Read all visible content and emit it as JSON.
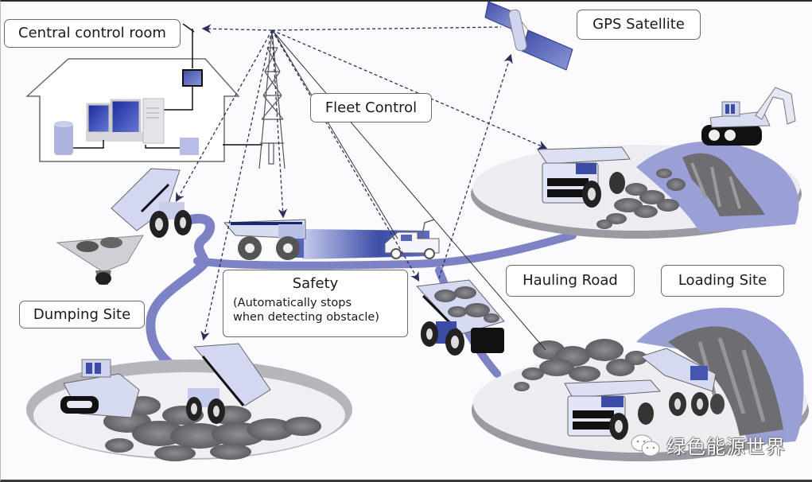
{
  "diagram": {
    "title": "Autonomous haulage system overview",
    "labels": {
      "central_control_room": "Central control room",
      "gps_satellite": "GPS Satellite",
      "fleet_control": "Fleet Control",
      "safety_title": "Safety",
      "safety_desc_line1": "(Automatically stops",
      "safety_desc_line2": "when detecting obstacle)",
      "hauling_road": "Hauling Road",
      "loading_site": "Loading Site",
      "dumping_site": "Dumping Site"
    },
    "nodes": [
      {
        "id": "control-room",
        "icon": "building-icon",
        "contents": [
          "server-icon",
          "computer-workstation-icon",
          "display-panel-icon",
          "storage-box-icon"
        ]
      },
      {
        "id": "radio-tower",
        "icon": "radio-tower-icon"
      },
      {
        "id": "gps-satellite",
        "icon": "satellite-icon"
      },
      {
        "id": "loading-site-top",
        "icon": "excavator-icon"
      },
      {
        "id": "loading-site-bottom",
        "icon": "loader-icon"
      },
      {
        "id": "dumping-site",
        "icon": "dump-truck-icon"
      },
      {
        "id": "obstacle-vehicle",
        "icon": "pickup-truck-icon"
      }
    ],
    "links": [
      {
        "from": "radio-tower",
        "to": "control-room",
        "style": "dashed-arrow"
      },
      {
        "from": "gps-satellite",
        "to": "radio-tower",
        "style": "dashed"
      },
      {
        "from": "radio-tower",
        "to": "dumping-truck-hopper",
        "style": "dashed-arrow"
      },
      {
        "from": "radio-tower",
        "to": "haul-truck-safety",
        "style": "dashed-arrow"
      },
      {
        "from": "radio-tower",
        "to": "dumping-site-truck",
        "style": "dashed-arrow"
      },
      {
        "from": "radio-tower",
        "to": "loading-site-top-truck",
        "style": "dashed-arrow"
      },
      {
        "from": "radio-tower",
        "to": "hauling-road-truck",
        "style": "dashed-arrow"
      },
      {
        "from": "hauling-road-truck",
        "to": "gps-satellite",
        "style": "dashed-arrow"
      }
    ],
    "watermark": {
      "icon": "wechat-icon",
      "text": "绿色能源世界"
    },
    "colors": {
      "road": "#7d82c4",
      "truck_body": "#d7dbf0",
      "truck_accent": "#4a56a8",
      "site_platform": "#e9e9ee",
      "rock": "#6f6f74",
      "label_border": "#6a6a6a",
      "background": "#fbfbfd"
    }
  }
}
